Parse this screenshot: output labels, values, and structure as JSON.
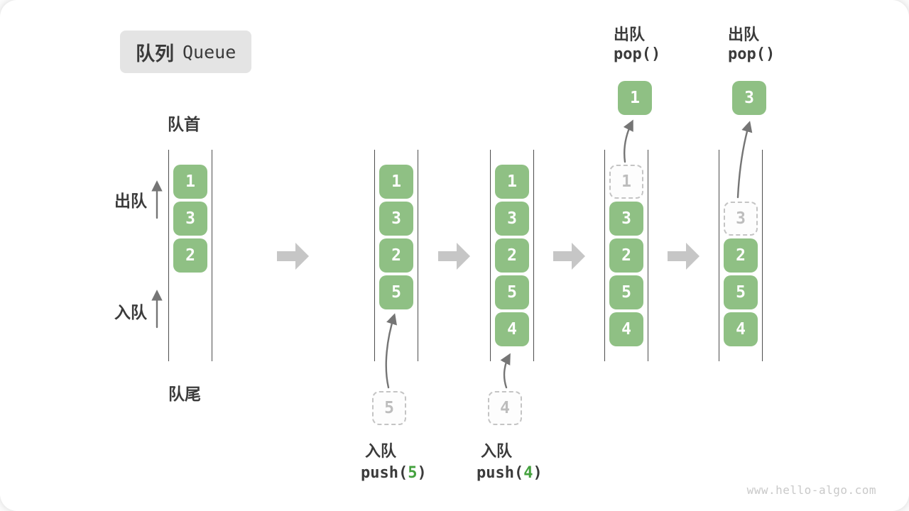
{
  "page": {
    "title_zh": "队列",
    "title_en": "Queue",
    "watermark": "www.hello-algo.com"
  },
  "legend": {
    "front": "队首",
    "rear": "队尾",
    "dequeue_side": "出队",
    "enqueue_side": "入队"
  },
  "colors": {
    "item_green": "#8fc084",
    "code_green": "#44a13e",
    "step_arrow_gray": "#c6c6c6",
    "flow_arrow_gray": "#757575",
    "line_dark": "#4d4d4d",
    "title_bg": "#e4e4e4"
  },
  "icons": {
    "step_arrow": "block-arrow-right-icon",
    "flow_arrow": "curved-up-arrow-icon",
    "side_arrow": "up-arrow-icon"
  },
  "states": [
    {
      "slots": [
        {
          "value": "1",
          "style": "solid"
        },
        {
          "value": "3",
          "style": "solid"
        },
        {
          "value": "2",
          "style": "solid"
        }
      ],
      "op": null
    },
    {
      "slots": [
        {
          "value": "1",
          "style": "solid"
        },
        {
          "value": "3",
          "style": "solid"
        },
        {
          "value": "2",
          "style": "solid"
        },
        {
          "value": "5",
          "style": "solid"
        }
      ],
      "op": {
        "type": "push",
        "label": "入队",
        "code_pre": "push(",
        "arg": "5",
        "code_post": ")",
        "incoming": "5"
      }
    },
    {
      "slots": [
        {
          "value": "1",
          "style": "solid"
        },
        {
          "value": "3",
          "style": "solid"
        },
        {
          "value": "2",
          "style": "solid"
        },
        {
          "value": "5",
          "style": "solid"
        },
        {
          "value": "4",
          "style": "solid"
        }
      ],
      "op": {
        "type": "push",
        "label": "入队",
        "code_pre": "push(",
        "arg": "4",
        "code_post": ")",
        "incoming": "4"
      }
    },
    {
      "slots": [
        {
          "value": "1",
          "style": "dashed"
        },
        {
          "value": "3",
          "style": "solid"
        },
        {
          "value": "2",
          "style": "solid"
        },
        {
          "value": "5",
          "style": "solid"
        },
        {
          "value": "4",
          "style": "solid"
        }
      ],
      "op": {
        "type": "pop",
        "label": "出队",
        "code": "pop()",
        "popped": "1"
      }
    },
    {
      "slots": [
        null,
        {
          "value": "3",
          "style": "dashed"
        },
        {
          "value": "2",
          "style": "solid"
        },
        {
          "value": "5",
          "style": "solid"
        },
        {
          "value": "4",
          "style": "solid"
        }
      ],
      "op": {
        "type": "pop",
        "label": "出队",
        "code": "pop()",
        "popped": "3"
      }
    }
  ]
}
